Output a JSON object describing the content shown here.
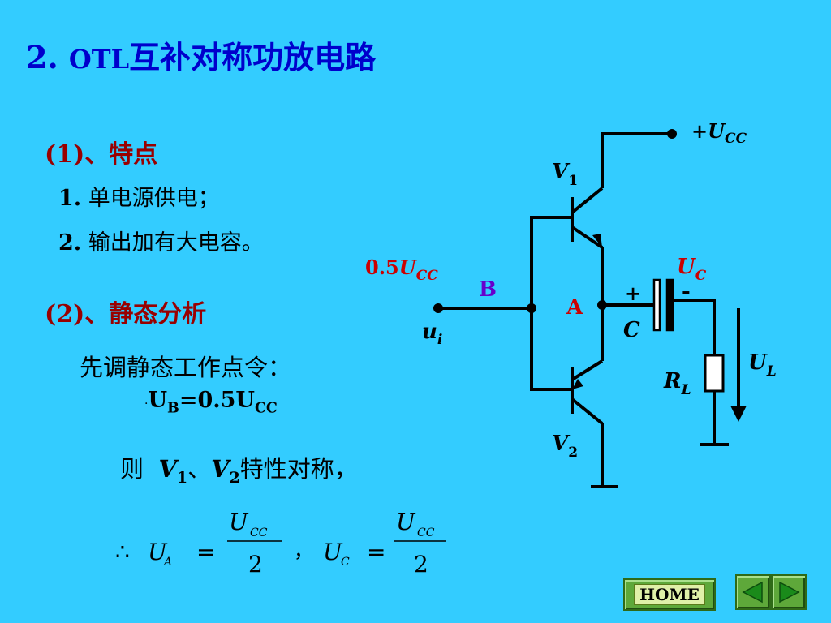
{
  "title": {
    "num": "2. ",
    "otl": "OTL",
    "rest": "互补对称功放电路"
  },
  "section1": {
    "num": "(1)",
    "rest": "、特点"
  },
  "items": [
    {
      "num": "1.",
      "text": " 单电源供电；"
    },
    {
      "num": "2.",
      "text": " 输出加有大电容。"
    }
  ],
  "section2": {
    "num": "(2)",
    "rest": "、静态分析"
  },
  "step_text": "先调静态工作点令：",
  "ub_eq": {
    "dot": "·",
    "u": "U",
    "sub_b": "B",
    "eq": "=0.5U",
    "sub_cc": "CC"
  },
  "then": {
    "ze": "则",
    "v": "V",
    "s1": "1",
    "sep": "、",
    "s2": "2",
    "rest": "特性对称，"
  },
  "formula": {
    "therefore": "∴",
    "u": "U",
    "sub_a": "A",
    "eq": "=",
    "cc": "CC",
    "den": "2",
    "comma": "，",
    "sub_c": "C"
  },
  "circuit": {
    "vcc_plus": "+",
    "u": "U",
    "cc": "CC",
    "v": "V",
    "sub1": "1",
    "sub2": "2",
    "half_prefix": "0.5",
    "node_b": "B",
    "node_a": "A",
    "uc_sub": "C",
    "plus": "+",
    "minus": "-",
    "cap": "C",
    "ui": "u",
    "ui_sub": "i",
    "ul_sub": "L",
    "rl": "R",
    "rl_sub": "L"
  },
  "nav": {
    "home": "HOME"
  },
  "colors": {
    "background": "#33CCFF",
    "title": "#0000CC",
    "heading": "#990000",
    "label_red": "#CC0000",
    "label_purple": "#6600CC"
  }
}
